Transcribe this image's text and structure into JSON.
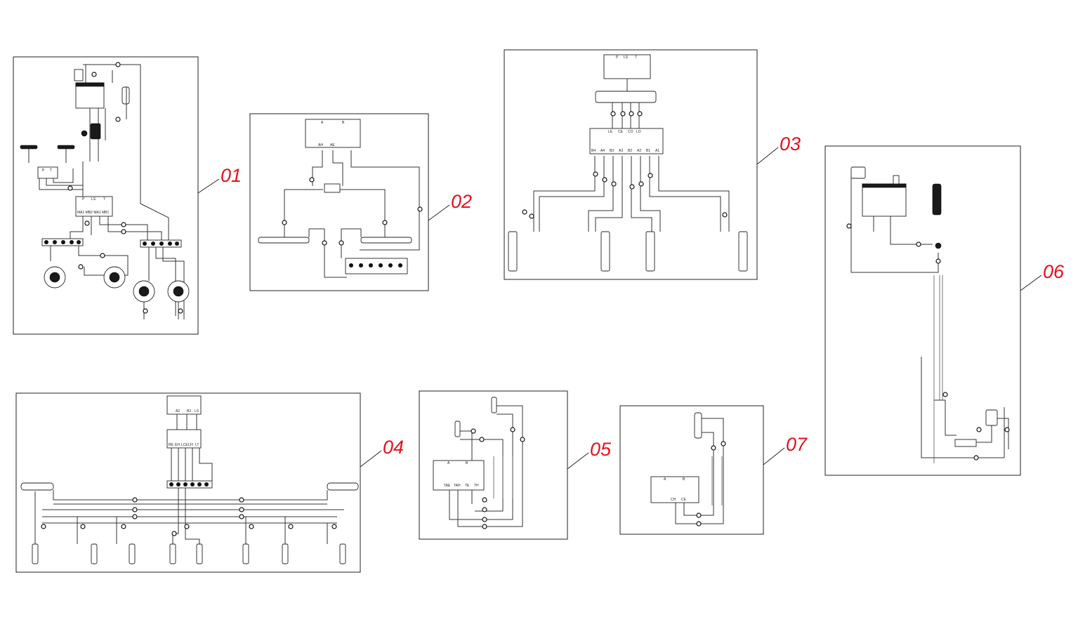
{
  "panels": [
    {
      "id": "01",
      "callout": "01",
      "labels": {
        "pilot_a": "P",
        "pilot_b": "T",
        "manifold_p": "P",
        "manifold_ls": "LS",
        "manifold_t": "T",
        "manifold_ports": "MA1 MB2 MA1 MB1"
      }
    },
    {
      "id": "02",
      "callout": "02",
      "labels": {
        "a": "A",
        "b": "B",
        "ah": "AH",
        "ae": "AE"
      }
    },
    {
      "id": "03",
      "callout": "03",
      "labels": {
        "p": "P",
        "ls": "LS",
        "t": "T",
        "le": "LE",
        "ce": "CE",
        "co": "CO",
        "lo": "LO",
        "b4": "B4",
        "a4": "A4",
        "b3": "B3",
        "a3": "A3",
        "b2": "B2",
        "a2": "A2",
        "b1": "B1",
        "a1": "A1"
      }
    },
    {
      "id": "04",
      "callout": "04",
      "labels": {
        "a2": "A2",
        "b2": "B2",
        "ls": "LS",
        "m1": "RE",
        "m2": "EH",
        "m3": "LCE",
        "m4": "LFI",
        "m5": "LT"
      }
    },
    {
      "id": "05",
      "callout": "05",
      "labels": {
        "a": "A",
        "b": "B",
        "tae": "TAE",
        "tah": "TAH",
        "te": "TE",
        "th": "TH"
      }
    },
    {
      "id": "06",
      "callout": "06",
      "labels": {}
    },
    {
      "id": "07",
      "callout": "07",
      "labels": {
        "a": "A",
        "b": "B",
        "ch": "CH",
        "ce": "CE"
      }
    }
  ],
  "colors": {
    "callout": "#e3121b",
    "line": "#333333",
    "frame": "#222222"
  }
}
